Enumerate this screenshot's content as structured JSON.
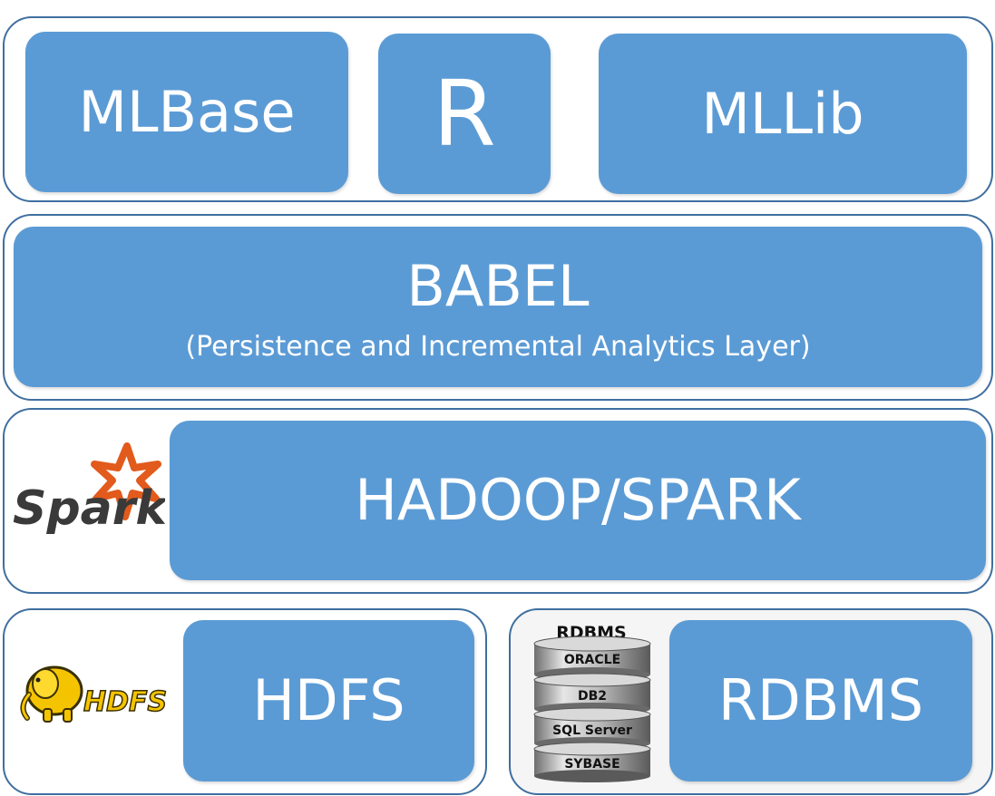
{
  "layers": {
    "apps": {
      "mlbase": "MLBase",
      "r": "R",
      "mllib": "MLLib"
    },
    "babel": {
      "title": "BABEL",
      "subtitle": "(Persistence and Incremental Analytics Layer)"
    },
    "compute": {
      "title": "HADOOP/SPARK",
      "logo_text": "Spark"
    },
    "storage": {
      "hdfs": "HDFS",
      "hdfs_logo_text": "HDFS",
      "rdbms": "RDBMS",
      "rdbms_stack": {
        "header": "RDBMS",
        "items": [
          "ORACLE",
          "DB2",
          "SQL Server",
          "SYBASE"
        ]
      }
    }
  },
  "colors": {
    "box_fill": "#5b9bd5",
    "layer_border": "#3f6fa0",
    "spark_orange": "#e25a1c",
    "hdfs_yellow": "#f5c400"
  }
}
